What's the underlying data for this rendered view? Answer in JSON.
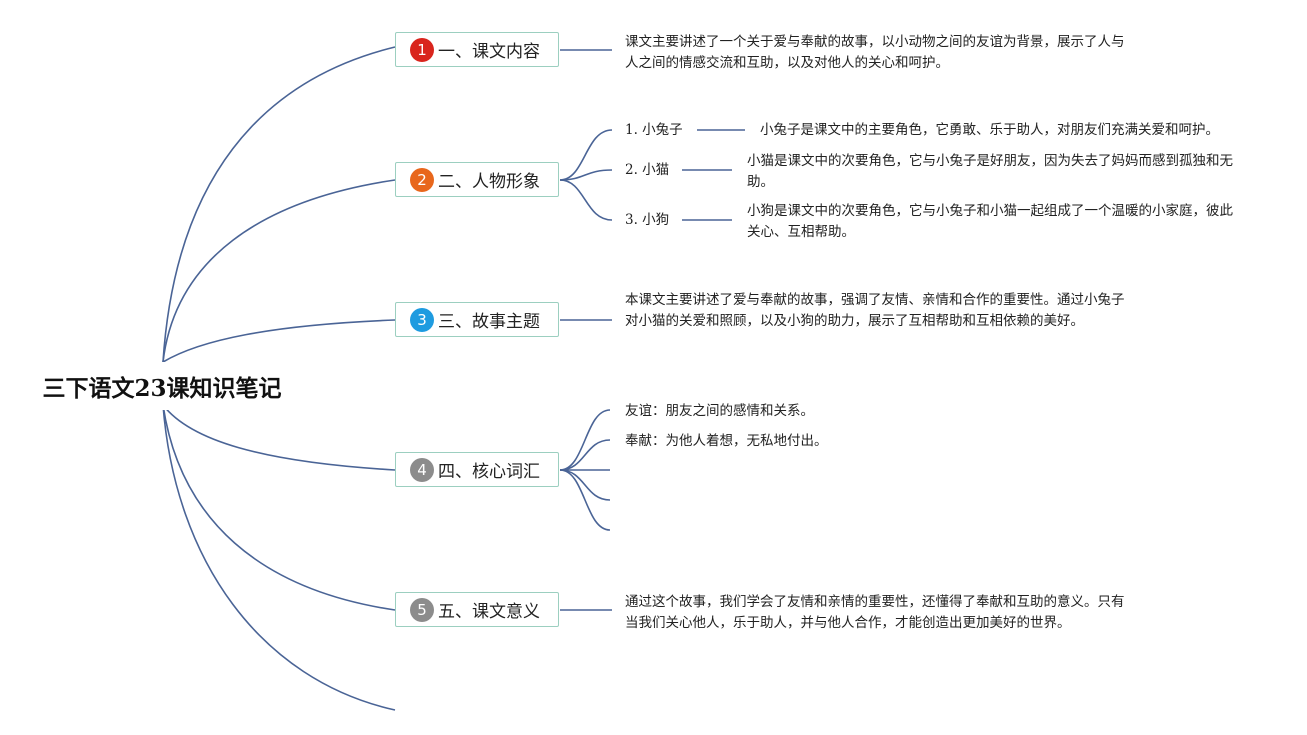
{
  "root": {
    "title": "三下语文23课知识笔记"
  },
  "colors": {
    "line": "#4a6496",
    "border": "#9ccfc0",
    "badge1": "#d9251d",
    "badge2": "#e8671c",
    "badge3": "#1e9be0",
    "badge4": "#8c8c8c",
    "badge5": "#8c8c8c"
  },
  "branches": [
    {
      "number": "1",
      "label": "一、课文内容"
    },
    {
      "number": "2",
      "label": "二、人物形象"
    },
    {
      "number": "3",
      "label": "三、故事主题"
    },
    {
      "number": "4",
      "label": "四、核心词汇"
    },
    {
      "number": "5",
      "label": "五、课文意义"
    }
  ],
  "content": {
    "summary_1": "课文主要讲述了一个关于爱与奉献的故事，以小动物之间的友谊为背景，展示了人与人之间的情感交流和互助，以及对他人的关心和呵护。",
    "characters": [
      {
        "name": "1. 小兔子",
        "desc": "小兔子是课文中的主要角色，它勇敢、乐于助人，对朋友们充满关爱和呵护。"
      },
      {
        "name": "2. 小猫",
        "desc": "小猫是课文中的次要角色，它与小兔子是好朋友，因为失去了妈妈而感到孤独和无助。"
      },
      {
        "name": "3. 小狗",
        "desc": "小狗是课文中的次要角色，它与小兔子和小猫一起组成了一个温暖的小家庭，彼此关心、互相帮助。"
      }
    ],
    "theme_3": "本课文主要讲述了爱与奉献的故事，强调了友情、亲情和合作的重要性。通过小兔子对小猫的关爱和照顾，以及小狗的助力，展示了互相帮助和互相依赖的美好。",
    "vocab": [
      "友谊：朋友之间的感情和关系。",
      "奉献：为他人着想，无私地付出。"
    ],
    "meaning_5": "通过这个故事，我们学会了友情和亲情的重要性，还懂得了奉献和互助的意义。只有当我们关心他人，乐于助人，并与他人合作，才能创造出更加美好的世界。"
  }
}
